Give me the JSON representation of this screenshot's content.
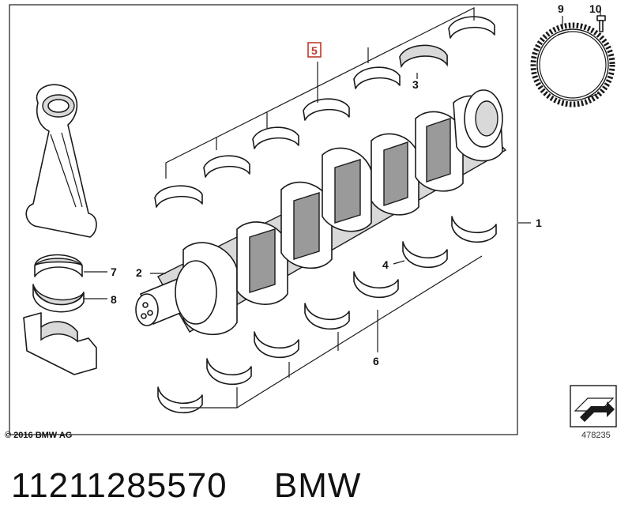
{
  "callouts": {
    "c1": "1",
    "c2": "2",
    "c3": "3",
    "c4": "4",
    "c5": "5",
    "c6": "6",
    "c7": "7",
    "c8": "8",
    "c9": "9",
    "c10": "10"
  },
  "copyright": "© 2016 BMW AG",
  "diagram_ref": "478235",
  "footer": {
    "part_number": "11211285570",
    "brand": "BMW"
  },
  "colors": {
    "highlight": "#c0392b",
    "line": "#1a1a1a"
  }
}
